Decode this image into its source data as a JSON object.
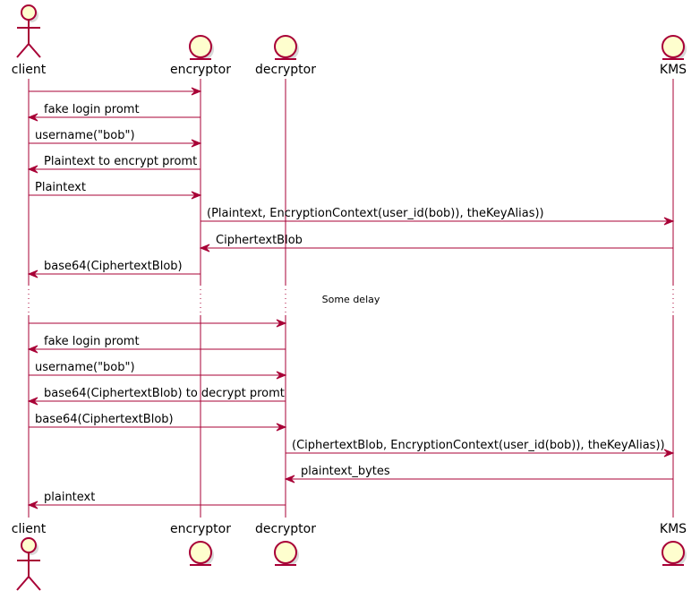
{
  "participants": [
    {
      "id": "client",
      "label": "client",
      "kind": "actor"
    },
    {
      "id": "encryptor",
      "label": "encryptor",
      "kind": "entity"
    },
    {
      "id": "decryptor",
      "label": "decryptor",
      "kind": "entity"
    },
    {
      "id": "kms",
      "label": "KMS",
      "kind": "entity"
    }
  ],
  "messages": [
    {
      "from": "client",
      "to": "encryptor",
      "text": ""
    },
    {
      "from": "encryptor",
      "to": "client",
      "text": "fake login promt"
    },
    {
      "from": "client",
      "to": "encryptor",
      "text": "username(\"bob\")"
    },
    {
      "from": "encryptor",
      "to": "client",
      "text": "Plaintext to encrypt promt"
    },
    {
      "from": "client",
      "to": "encryptor",
      "text": "Plaintext"
    },
    {
      "from": "encryptor",
      "to": "kms",
      "text": "(Plaintext, EncryptionContext(user_id(bob)), theKeyAlias))"
    },
    {
      "from": "kms",
      "to": "encryptor",
      "text": "CiphertextBlob"
    },
    {
      "from": "encryptor",
      "to": "client",
      "text": "base64(CiphertextBlob)"
    },
    {
      "from": "client",
      "to": "decryptor",
      "text": ""
    },
    {
      "from": "decryptor",
      "to": "client",
      "text": "fake login promt"
    },
    {
      "from": "client",
      "to": "decryptor",
      "text": "username(\"bob\")"
    },
    {
      "from": "decryptor",
      "to": "client",
      "text": "base64(CiphertextBlob) to decrypt promt"
    },
    {
      "from": "client",
      "to": "decryptor",
      "text": "base64(CiphertextBlob)"
    },
    {
      "from": "decryptor",
      "to": "kms",
      "text": "(CiphertextBlob, EncryptionContext(user_id(bob)), theKeyAlias))"
    },
    {
      "from": "kms",
      "to": "decryptor",
      "text": "plaintext_bytes"
    },
    {
      "from": "decryptor",
      "to": "client",
      "text": "plaintext"
    }
  ],
  "delay": {
    "text": "Some delay",
    "after_message": 7
  }
}
